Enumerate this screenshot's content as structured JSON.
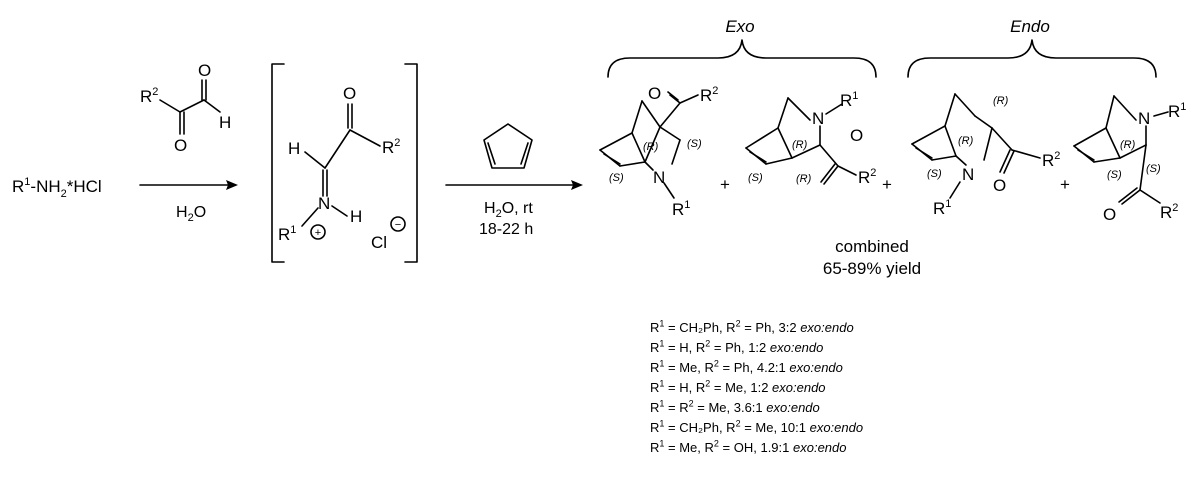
{
  "headers": {
    "exo": "Exo",
    "endo": "Endo"
  },
  "reactant": {
    "r": "R",
    "sup1": "1",
    "rest": "-NH",
    "sub2": "2",
    "salt": "*HCl"
  },
  "glyoxal": {
    "r": "R",
    "sup": "2",
    "o": "O",
    "h": "H"
  },
  "step1": {
    "solvent": "H",
    "sub": "2",
    "o": "O"
  },
  "iminium": {
    "h": "H",
    "o": "O",
    "r2": "R",
    "r2sup": "2",
    "n": "N",
    "nh": "H",
    "r1": "R",
    "r1sup": "1",
    "plus": "+",
    "cl": "Cl",
    "minus": "−"
  },
  "step2": {
    "line1a": "H",
    "line1sub": "2",
    "line1b": "O, rt",
    "line2": "18-22 h"
  },
  "product_labels": {
    "o": "O",
    "n": "N",
    "r": "R",
    "sup1": "1",
    "sup2": "2",
    "plus": "+",
    "s": "(S)",
    "rr": "(R)"
  },
  "yield": {
    "line1": "combined",
    "line2": "65-89% yield"
  },
  "conditions": [
    {
      "r1": "CH₂Ph",
      "r2": "Ph",
      "ratio": "3:2"
    },
    {
      "r1": "H",
      "r2": "Ph",
      "ratio": "1:2"
    },
    {
      "r1": "Me",
      "r2": "Ph",
      "ratio": "4.2:1"
    },
    {
      "r1": "H",
      "r2": "Me",
      "ratio": "1:2"
    },
    {
      "r1": "",
      "r2": "Me",
      "ratio": "3.6:1",
      "same": true
    },
    {
      "r1": "CH₂Ph",
      "r2": "Me",
      "ratio": "10:1"
    },
    {
      "r1": "Me",
      "r2": "OH",
      "ratio": "1.9:1"
    }
  ],
  "ratio_suffix": "exo:endo",
  "condition_r1": "R",
  "condition_r1_sup": "1",
  "condition_r2_sup": "2"
}
